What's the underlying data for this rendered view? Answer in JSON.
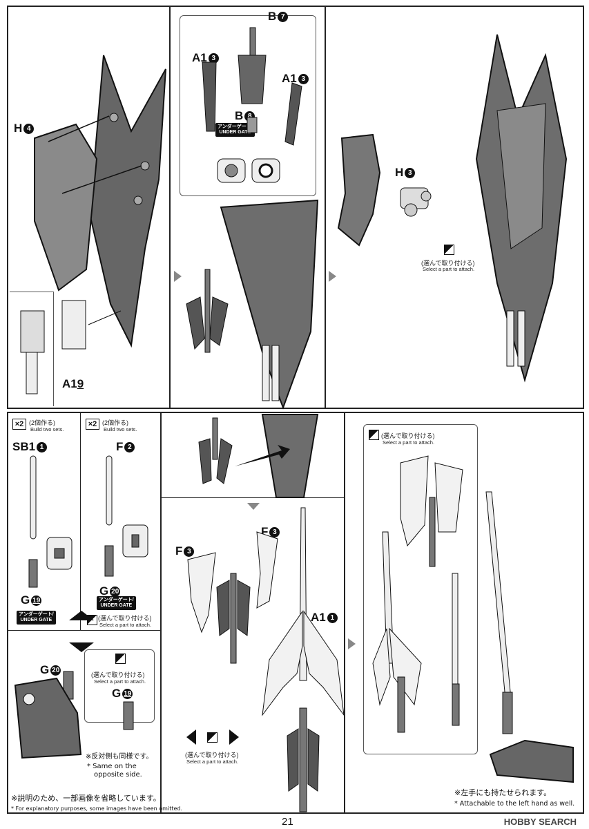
{
  "labels": {
    "h4": "H",
    "h4_num": "4",
    "a19_a": "A1",
    "a19_num": "9",
    "b7": "B",
    "b7_num": "7",
    "a13_left": "A1",
    "a13_left_num": "3",
    "a13_right": "A1",
    "a13_right_num": "3",
    "b8": "B",
    "b8_num": "8",
    "h3": "H",
    "h3_num": "3",
    "sb11": "SB1",
    "sb11_num": "1",
    "f2": "F",
    "f2_num": "2",
    "g19_a": "G",
    "g19_a_num": "19",
    "g20_a": "G",
    "g20_a_num": "20",
    "g20_b": "G",
    "g20_b_num": "20",
    "g19_b": "G",
    "g19_b_num": "19",
    "f3_left": "F",
    "f3_left_num": "3",
    "f3_right": "F",
    "f3_right_num": "3",
    "a11": "A1",
    "a11_num": "1"
  },
  "badges": {
    "under_gate_jp": "アンダーゲート/",
    "under_gate_en": "UNDER GATE"
  },
  "x2": {
    "mark": "×2",
    "jp": "(2個作る)",
    "en": "Build two sets."
  },
  "select_part": {
    "jp": "(選んで取り付ける)",
    "en": "Select a part to attach."
  },
  "notes": {
    "opposite_jp": "※反対側も同様です。",
    "opposite_en_1": "* Same on the",
    "opposite_en_2": "opposite side.",
    "omitted_jp": "※説明のため、一部画像を省略しています。",
    "omitted_en": "* For explanatory purposes, some images have been omitted.",
    "left_hand_jp": "※左手にも持たせられます。",
    "left_hand_en": "* Attachable to the left hand as well."
  },
  "page": {
    "number": "21",
    "watermark": "HOBBY SEARCH"
  }
}
